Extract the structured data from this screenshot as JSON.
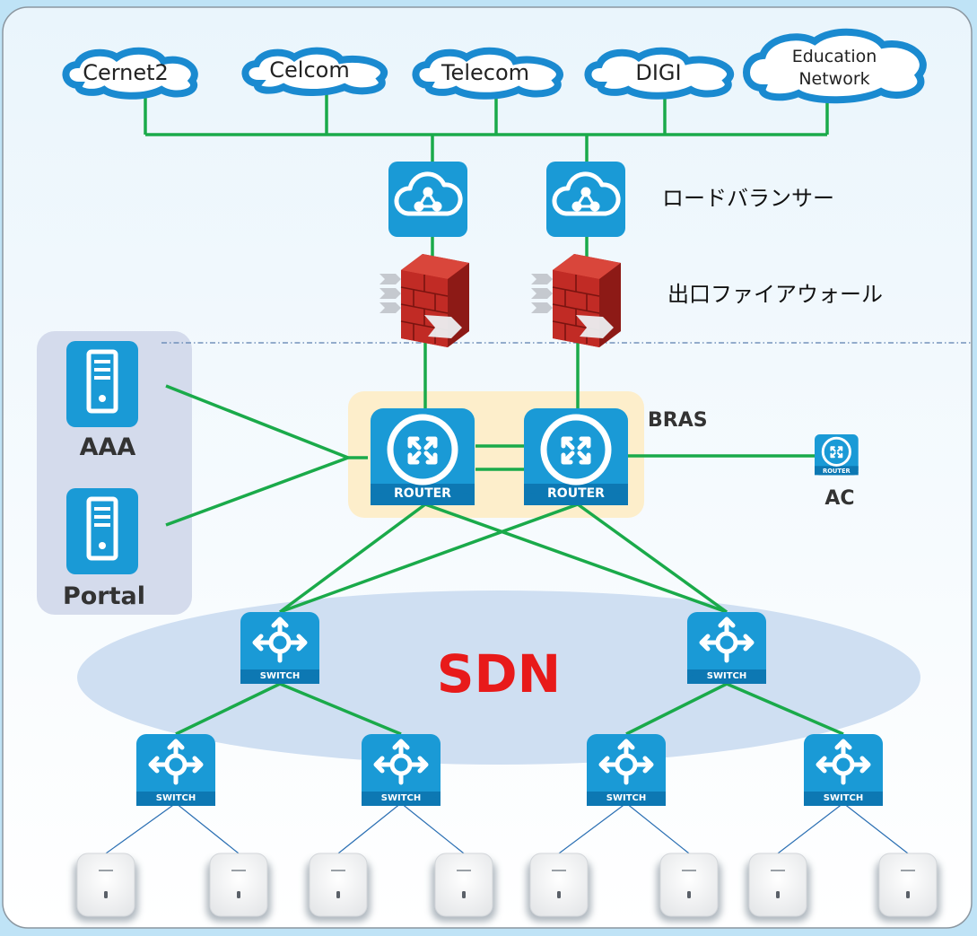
{
  "clouds": [
    {
      "label": "Cernet2"
    },
    {
      "label": "Celcom"
    },
    {
      "label": "Telecom"
    },
    {
      "label": "DIGI"
    },
    {
      "label1": "Education",
      "label2": "Network"
    }
  ],
  "labels": {
    "load_balancer": "ロードバランサー",
    "firewall": "出口ファイアウォール",
    "bras": "BRAS",
    "aaa": "AAA",
    "portal": "Portal",
    "ac": "AC",
    "sdn": "SDN"
  },
  "device_text": {
    "router": "ROUTER",
    "switch": "SWITCH"
  },
  "colors": {
    "link": "#1aaa4a",
    "device_blue": "#1a9ad6",
    "sdn_red": "#e81a1a",
    "bras_bg": "#fdeecb"
  }
}
